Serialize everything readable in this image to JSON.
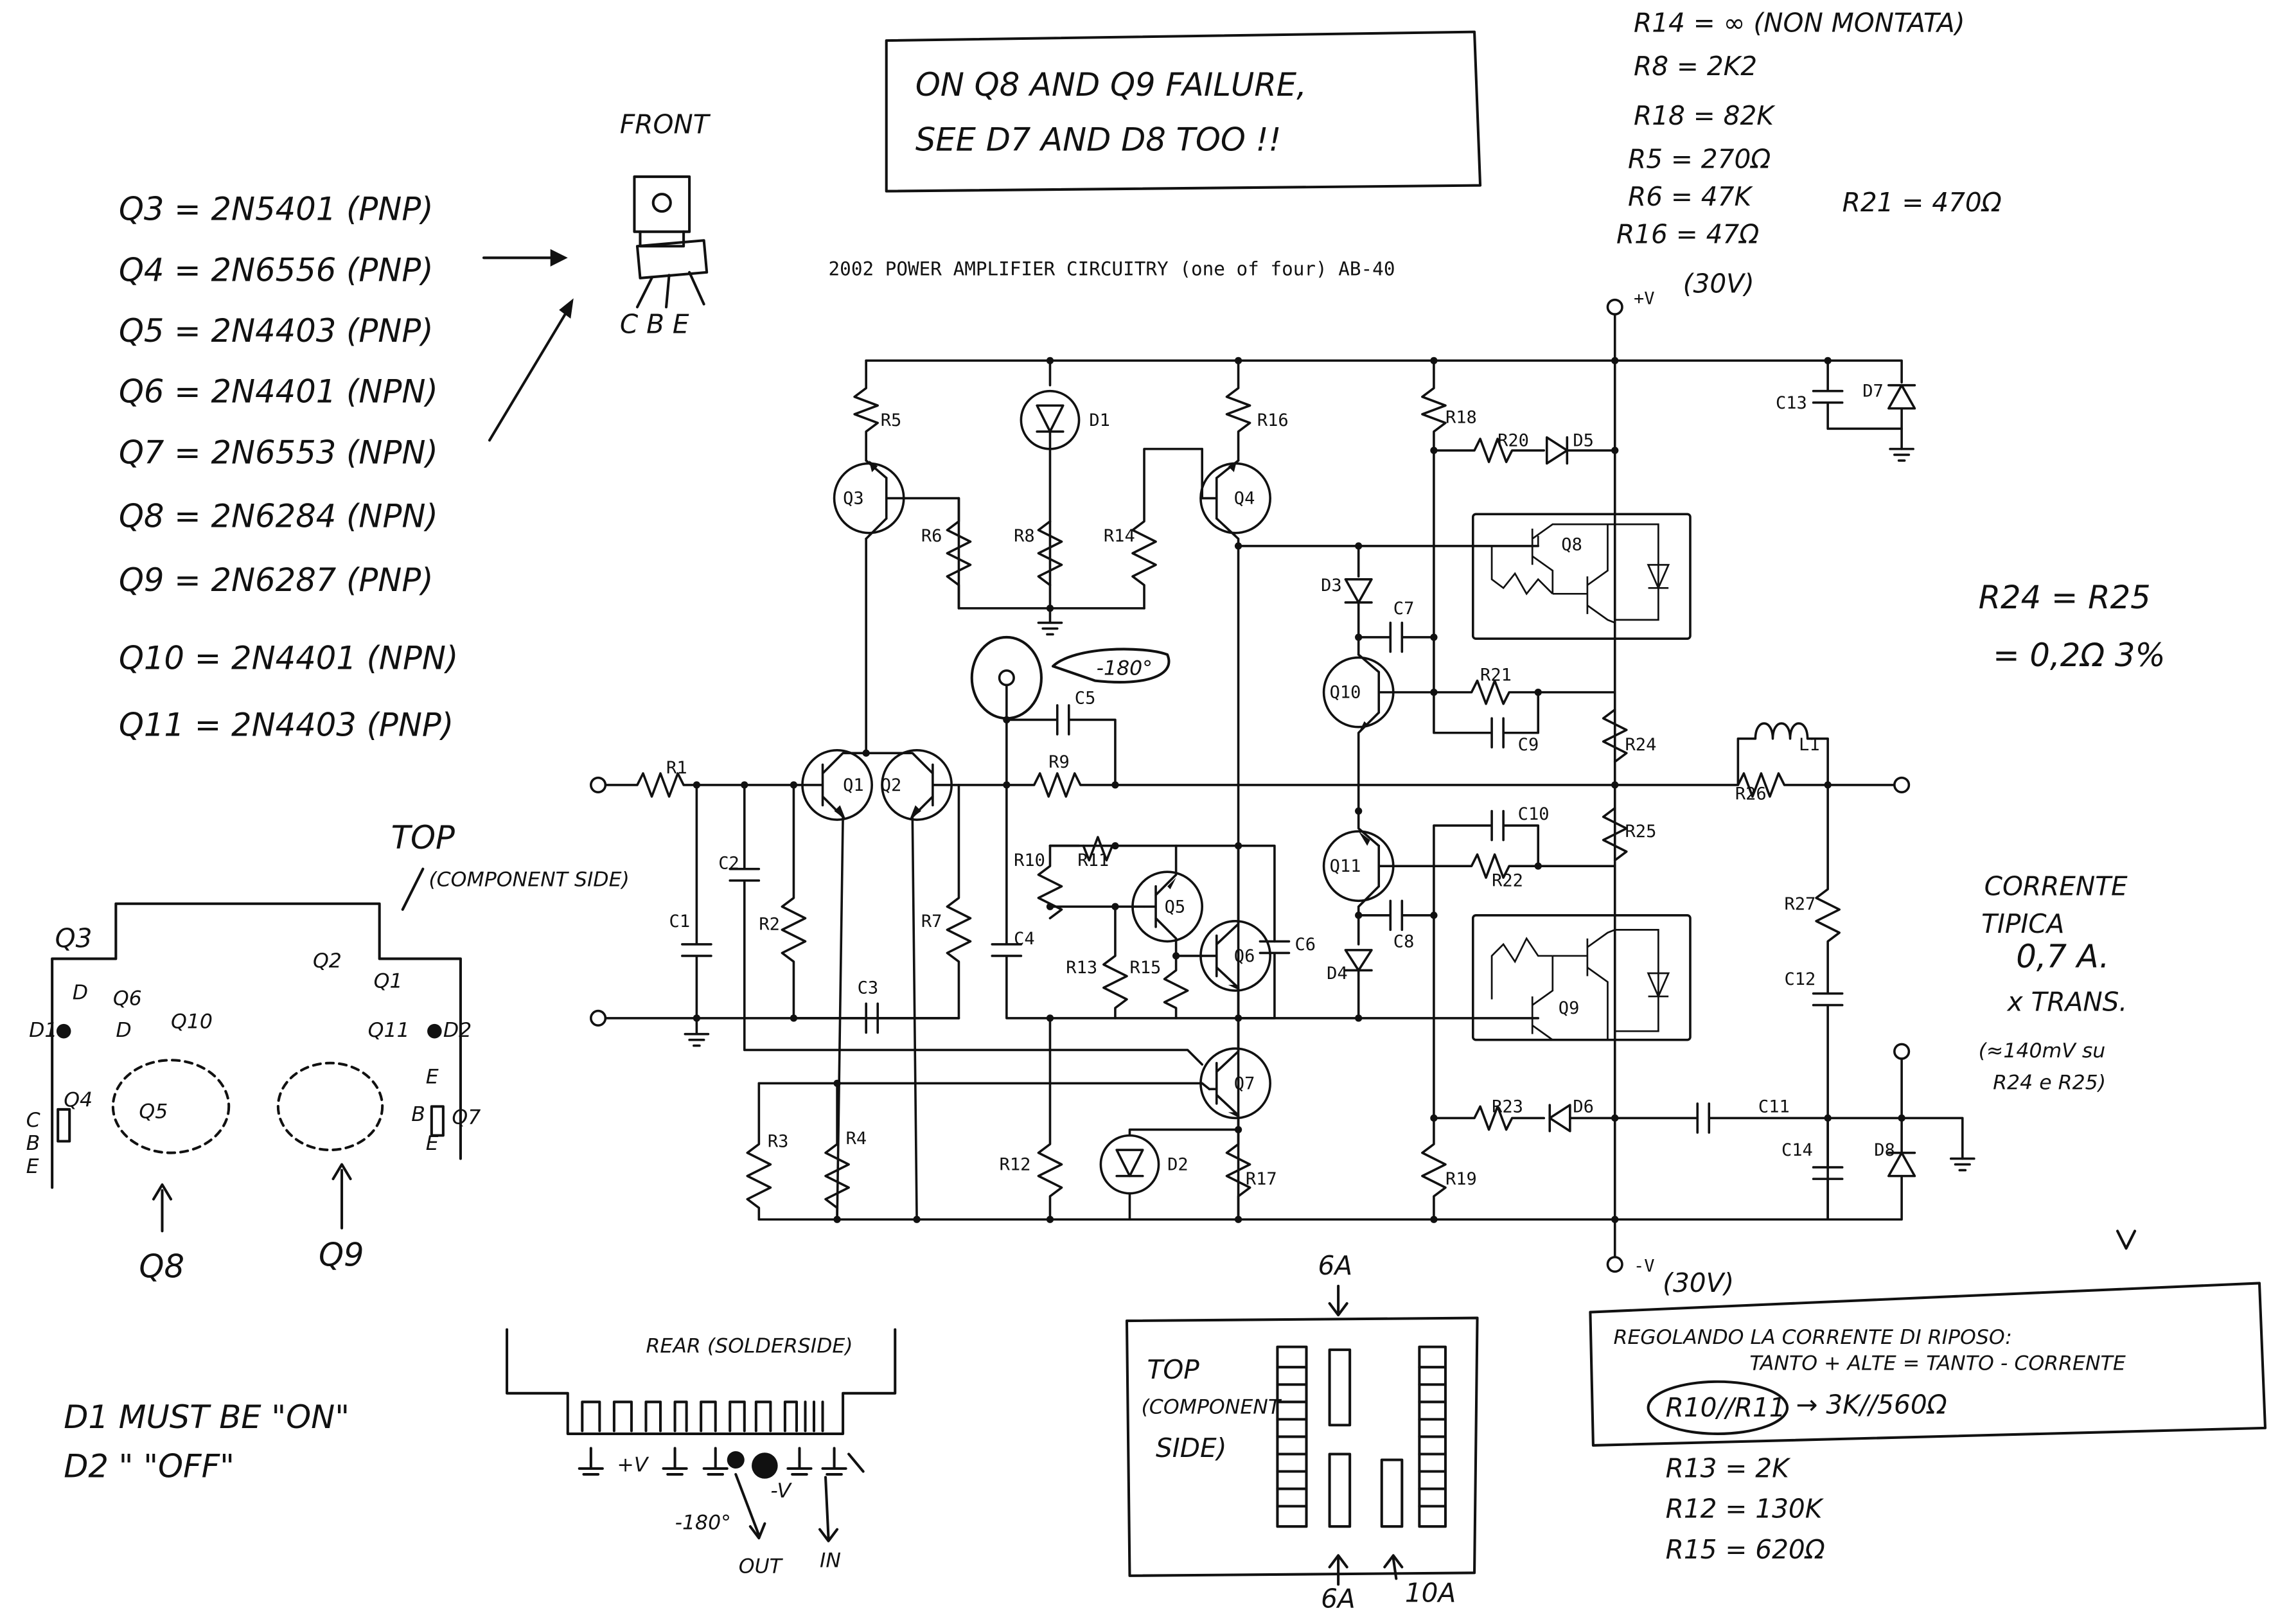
{
  "title": "2002 POWER AMPLIFIER CIRCUITRY (one of four) AB-40",
  "failure_note": {
    "line1": "ON Q8 AND Q9 FAILURE,",
    "line2": "SEE D7 AND D8 TOO !!"
  },
  "front_label": "FRONT",
  "front_pins": "C B E",
  "transistor_list": {
    "items": [
      "Q3 = 2N5401 (PNP)",
      "Q4 = 2N6556 (PNP)",
      "Q5 = 2N4403 (PNP)",
      "Q6 = 2N4401 (NPN)",
      "Q7 = 2N6553 (NPN)",
      "Q8 = 2N6284 (NPN)",
      "Q9 = 2N6287 (PNP)",
      "Q10 = 2N4401 (NPN)",
      "Q11 = 2N4403 (PNP)"
    ]
  },
  "resistor_values": {
    "items": [
      "R14 = ∞ (NON MONTATA)",
      "R8 = 2K2",
      "R18 = 82K",
      "R5 = 270Ω",
      "R6 = 47K",
      "R16 = 47Ω"
    ],
    "r21": "R21 = 470Ω"
  },
  "bias_values": {
    "items": [
      "R13 = 2K",
      "R12 = 130K",
      "R15 = 620Ω"
    ]
  },
  "notes": {
    "r24_r25": "R24 = R25",
    "r24_r25_value": "= 0,2Ω 3%",
    "corrente_1": "CORRENTE",
    "corrente_2": "TIPICA",
    "corrente_3": "0,7 A.",
    "corrente_4": "x TRANS.",
    "corrente_5": "(≈140mV su",
    "corrente_6": "R24 e R25)",
    "d1_on": "D1 MUST BE \"ON\"",
    "d2_off": "D2   \"   \"OFF\"",
    "regolando_1": "REGOLANDO LA CORRENTE DI RIPOSO:",
    "regolando_2": "TANTO + ALTE = TANTO - CORRENTE",
    "regolando_3": "R10//R11",
    "regolando_4": "→ 3K//560Ω",
    "minus180": "-180°"
  },
  "rails": {
    "pos": "+V",
    "pos_value": "(30V)",
    "neg": "-V",
    "neg_value": "(30V)"
  },
  "components": {
    "transistors": {
      "q1": "Q1",
      "q2": "Q2",
      "q3": "Q3",
      "q4": "Q4",
      "q5": "Q5",
      "q6": "Q6",
      "q7": "Q7",
      "q8": "Q8",
      "q9": "Q9",
      "q10": "Q10",
      "q11": "Q11"
    },
    "resistors": {
      "r1": "R1",
      "r2": "R2",
      "r3": "R3",
      "r4": "R4",
      "r5": "R5",
      "r6": "R6",
      "r7": "R7",
      "r8": "R8",
      "r9": "R9",
      "r10": "R10",
      "r11": "R11",
      "r12": "R12",
      "r13": "R13",
      "r14": "R14",
      "r15": "R15",
      "r16": "R16",
      "r17": "R17",
      "r18": "R18",
      "r19": "R19",
      "r20": "R20",
      "r21": "R21",
      "r22": "R22",
      "r23": "R23",
      "r24": "R24",
      "r25": "R25",
      "r26": "R26",
      "r27": "R27"
    },
    "capacitors": {
      "c1": "C1",
      "c2": "C2",
      "c3": "C3",
      "c4": "C4",
      "c5": "C5",
      "c6": "C6",
      "c7": "C7",
      "c8": "C8",
      "c9": "C9",
      "c10": "C10",
      "c11": "C11",
      "c12": "C12",
      "c13": "C13",
      "c14": "C14"
    },
    "diodes": {
      "d1": "D1",
      "d2": "D2",
      "d3": "D3",
      "d4": "D4",
      "d5": "D5",
      "d6": "D6",
      "d7": "D7",
      "d8": "D8"
    },
    "inductor": "L1"
  },
  "layout_sketches": {
    "top_left": {
      "title": "TOP",
      "subtitle": "(COMPONENT SIDE)",
      "q3": "Q3",
      "q6": "Q6",
      "q10": "Q10",
      "q2": "Q2",
      "q1": "Q1",
      "d1": "D1",
      "d2": "D2",
      "d": "D",
      "q11": "Q11",
      "q4": "Q4",
      "q5": "Q5",
      "q7": "Q7",
      "c": "C",
      "b": "B",
      "e": "E",
      "e2": "E",
      "b2": "B",
      "e3": "E",
      "q8": "Q8",
      "q9": "Q9"
    },
    "rear": {
      "title": "REAR (SOLDERSIDE)",
      "pos": "+V",
      "neg": "-V",
      "minus180": "-180°",
      "out": "OUT",
      "in": "IN"
    },
    "top_right": {
      "title": "TOP",
      "subtitle1": "(COMPONENT",
      "subtitle2": "SIDE)",
      "fuse_top": "6A",
      "fuse_bottom_left": "6A",
      "fuse_bottom_right": "10A"
    }
  }
}
